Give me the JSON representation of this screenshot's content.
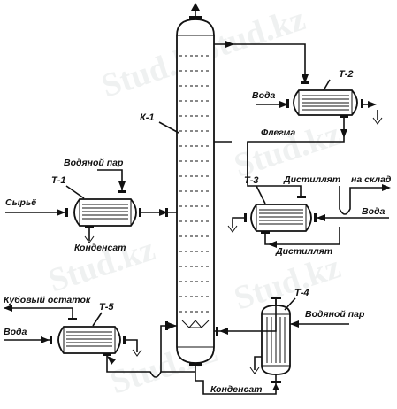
{
  "watermark": "Stud.kz",
  "labels": {
    "k1": "К-1",
    "t1": "Т-1",
    "t2": "Т-2",
    "t3": "Т-3",
    "t4": "Т-4",
    "t5": "Т-5",
    "water_t2": "Вода",
    "flegma": "Флегма",
    "steam_t1": "Водяной пар",
    "feed": "Сырьё",
    "condensate_t1": "Конденсат",
    "distillate_store": "Дистиллят",
    "to_store": "на склад",
    "water_t3": "Вода",
    "distillate_bottom": "Дистиллят",
    "bottoms": "Кубовый остаток",
    "water_t5": "Вода",
    "steam_t4": "Водяной пар",
    "condensate_t4": "Конденсат"
  }
}
